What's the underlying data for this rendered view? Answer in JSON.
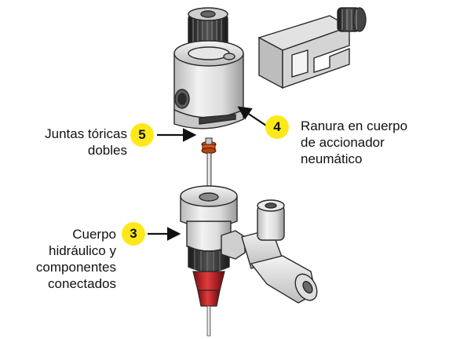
{
  "callouts": [
    {
      "number": "5",
      "text": "Juntas tóricas\ndobles"
    },
    {
      "number": "4",
      "text": "Ranura en cuerpo\nde accionador\nneumático"
    },
    {
      "number": "3",
      "text": "Cuerpo\nhidráulico y\ncomponentes\nconectados"
    }
  ],
  "colors": {
    "badge": "#ffe81a",
    "oring": "#e2641e",
    "needle_tip": "#c0161c",
    "metal": "#d9d9d9",
    "outline": "#2a2a2a"
  },
  "parts": [
    "pneumatic-actuator-body",
    "actuator-clamp",
    "o-rings",
    "needle",
    "hydraulic-body",
    "elbow-fitting",
    "luer-needle-tip"
  ]
}
